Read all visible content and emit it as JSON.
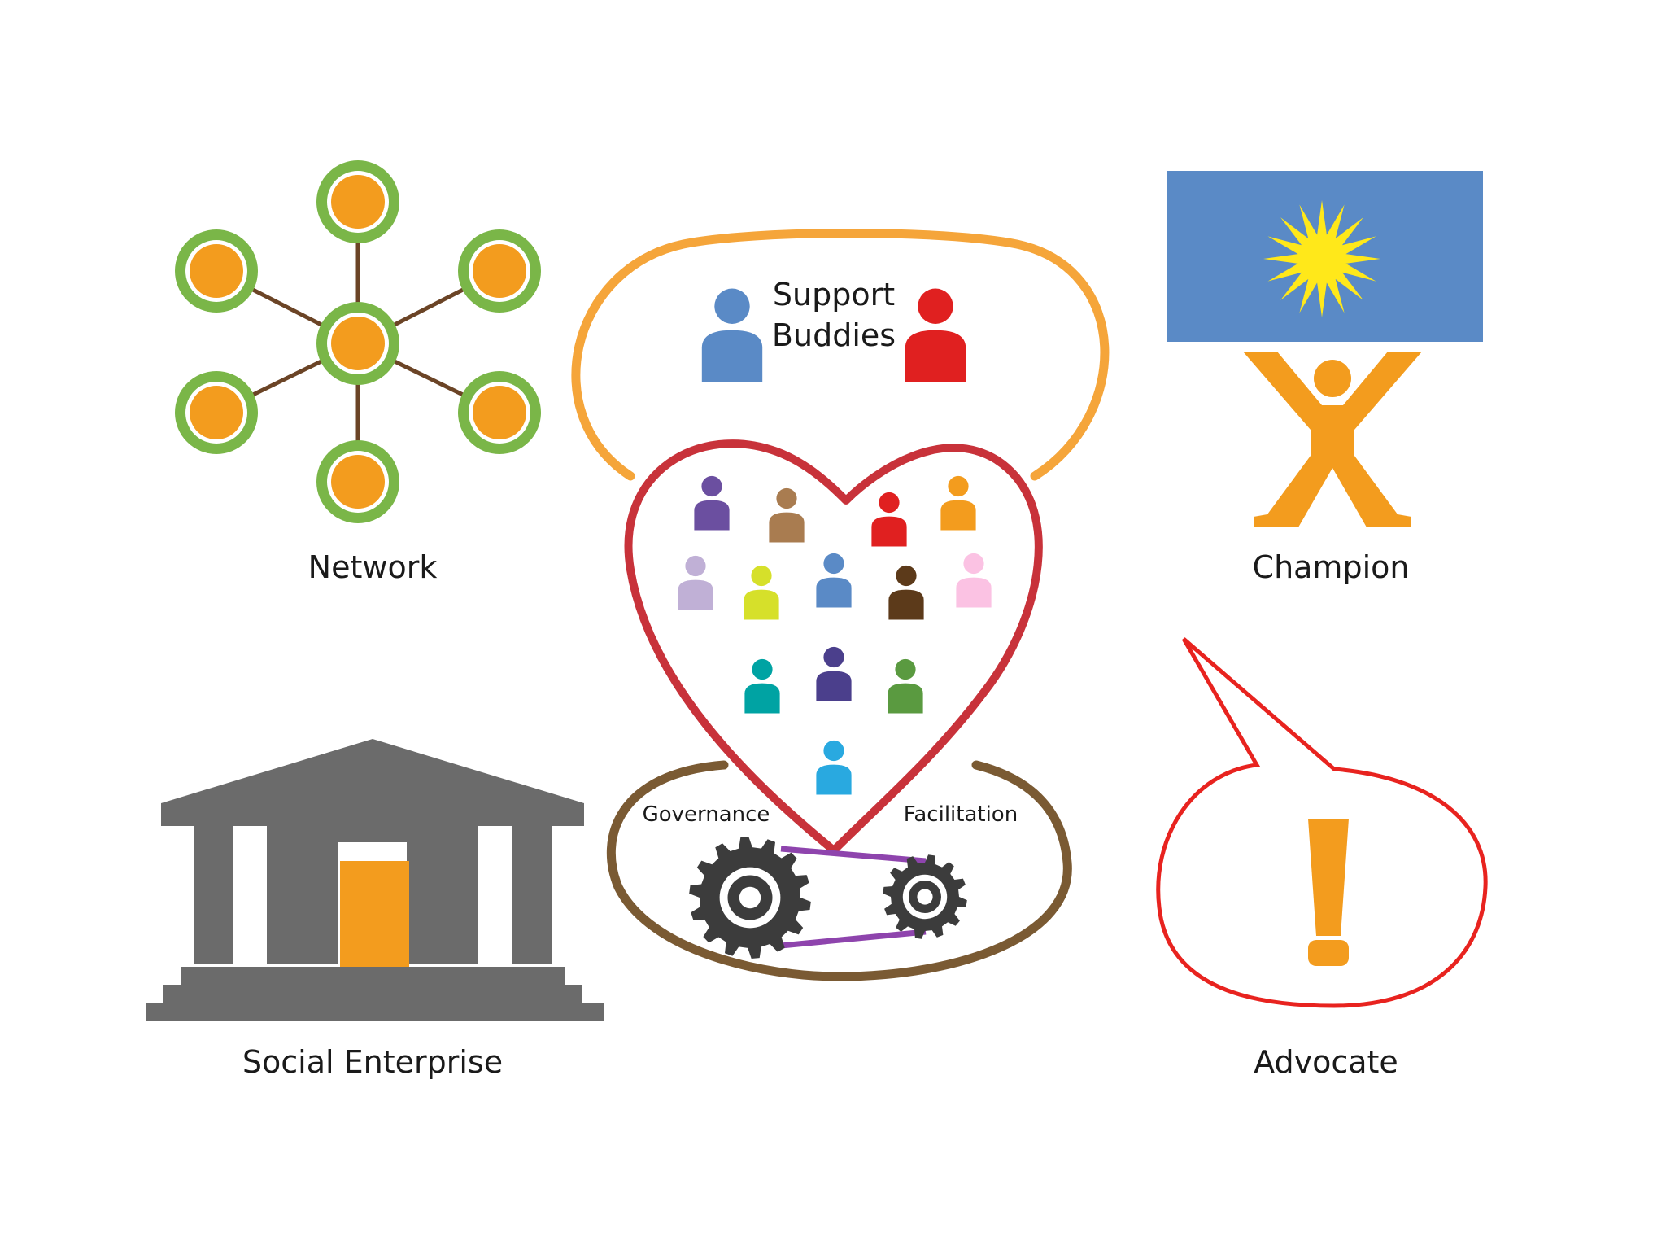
{
  "labels": {
    "network": "Network",
    "champion": "Champion",
    "social_enterprise": "Social Enterprise",
    "advocate": "Advocate",
    "support_line1": "Support",
    "support_line2": "Buddies",
    "governance": "Governance",
    "facilitation": "Facilitation"
  },
  "icons": {
    "network": "network-hub-icon",
    "champion": "champion-figure-icon",
    "social_enterprise": "building-icon",
    "advocate": "speech-bubble-exclamation-icon",
    "heart": "heart-icon",
    "gears": "gears-icon"
  },
  "colors": {
    "network_node_ring": "#7ab648",
    "network_node_fill": "#f39c1e",
    "network_link": "#6b4426",
    "champion_flag": "#5a8ac6",
    "champion_star": "#ffe81a",
    "champion_figure": "#f39c1e",
    "building": "#6b6b6b",
    "building_door": "#f39c1e",
    "speech_bubble": "#e8231f",
    "exclamation": "#f39c1e",
    "support_ring": "#f5a53a",
    "heart": "#c8323a",
    "base_ring": "#7a5a33",
    "gear": "#3c3c3c",
    "belt": "#8e44ad"
  },
  "people_colors": [
    "#5a8ac6",
    "#e02020",
    "#6b4fa0",
    "#a97c50",
    "#e02020",
    "#f39c1e",
    "#c0b0d6",
    "#d6e02a",
    "#5a8ac6",
    "#5c3a1a",
    "#fbc2e3",
    "#00a3a3",
    "#4b3f8c",
    "#5a9a40",
    "#29a9e0"
  ]
}
